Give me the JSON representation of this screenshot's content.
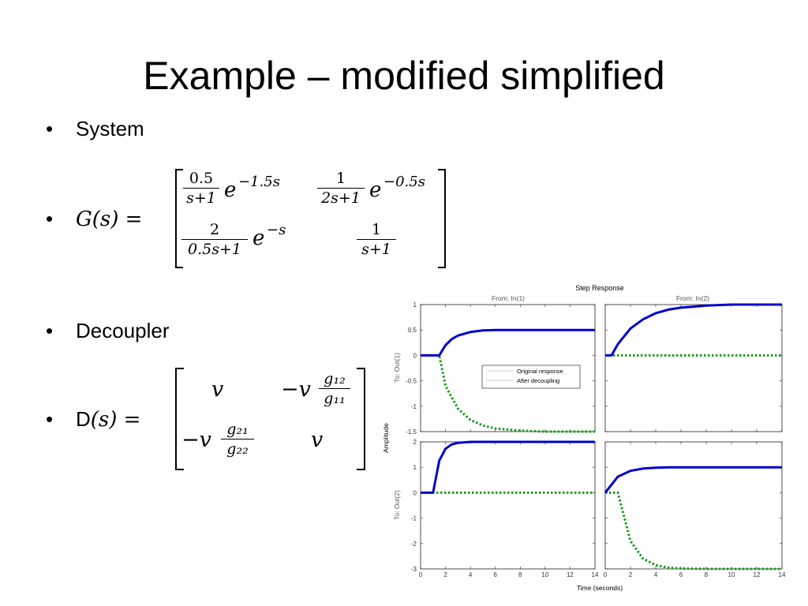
{
  "slide": {
    "title": "Example – modified simplified",
    "bullet_system": "System",
    "bullet_decoupler": "Decoupler",
    "g_lhs": "G(s) =",
    "d_lhs_prefix": "D",
    "d_lhs_rest": "(s) =",
    "g_matrix": {
      "g11_num": "0.5",
      "g11_den": "s+1",
      "g11_exp": "e",
      "g11_sup": "−1.5s",
      "g12_num": "1",
      "g12_den": "2s+1",
      "g12_exp": "e",
      "g12_sup": "−0.5s",
      "g21_num": "2",
      "g21_den": "0.5s+1",
      "g21_exp": "e",
      "g21_sup": "−s",
      "g22_num": "1",
      "g22_den": "s+1"
    },
    "d_matrix": {
      "d11": "v",
      "d12_prefix": "−v",
      "d12_num": "g₁₂",
      "d12_den": "g₁₁",
      "d21_prefix": "−v",
      "d21_num": "g₂₁",
      "d21_den": "g₂₂",
      "d22": "v"
    }
  },
  "chart_data": {
    "type": "line",
    "title": "Step Response",
    "xlabel": "Time (seconds)",
    "ylabel": "Amplitude",
    "column_titles": [
      "From: In(1)",
      "From: In(2)"
    ],
    "row_titles": [
      "To: Out(1)",
      "To: Out(2)"
    ],
    "xlim": [
      0,
      14
    ],
    "xticks": [
      0,
      2,
      4,
      6,
      8,
      10,
      12,
      14
    ],
    "ylims": [
      [
        -1.5,
        1
      ],
      [
        -3,
        2
      ]
    ],
    "yticks": [
      [
        "1",
        "0.5",
        "0",
        "-0.5",
        "-1",
        "-1.5"
      ],
      [
        "2",
        "1",
        "0",
        "-1",
        "-2",
        "-3"
      ]
    ],
    "legend": {
      "placement": "center",
      "entries": [
        "Original response",
        "After decoupling"
      ]
    },
    "colors": {
      "original": "#0000cc",
      "decoupled": "#1a9a1a"
    },
    "panels": [
      {
        "row": 1,
        "col": 1,
        "original": {
          "x": [
            0,
            1.5,
            2,
            2.5,
            3,
            4,
            5,
            6,
            8,
            10,
            14
          ],
          "y": [
            0,
            0,
            0.2,
            0.32,
            0.39,
            0.46,
            0.49,
            0.5,
            0.5,
            0.5,
            0.5
          ]
        },
        "decoupled": {
          "x": [
            0,
            1.5,
            2,
            3,
            4,
            5,
            6,
            8,
            10,
            12,
            14
          ],
          "y": [
            0,
            0,
            -0.6,
            -1.05,
            -1.27,
            -1.38,
            -1.44,
            -1.48,
            -1.5,
            -1.5,
            -1.5
          ]
        }
      },
      {
        "row": 1,
        "col": 2,
        "original": {
          "x": [
            0,
            0.5,
            1,
            2,
            3,
            4,
            5,
            6,
            8,
            10,
            14
          ],
          "y": [
            0,
            0,
            0.22,
            0.53,
            0.71,
            0.83,
            0.9,
            0.94,
            0.98,
            1,
            1
          ]
        },
        "decoupled": {
          "x": [
            0,
            14
          ],
          "y": [
            0,
            0
          ]
        }
      },
      {
        "row": 2,
        "col": 1,
        "original": {
          "x": [
            0,
            1,
            1.5,
            2,
            2.5,
            3,
            4,
            5,
            6,
            8,
            14
          ],
          "y": [
            0,
            0,
            1.26,
            1.73,
            1.9,
            1.96,
            2,
            2,
            2,
            2,
            2
          ]
        },
        "decoupled": {
          "x": [
            0,
            14
          ],
          "y": [
            0,
            0
          ]
        }
      },
      {
        "row": 2,
        "col": 2,
        "original": {
          "x": [
            0,
            1,
            2,
            3,
            4,
            5,
            6,
            8,
            14
          ],
          "y": [
            0,
            0.63,
            0.86,
            0.95,
            0.98,
            1,
            1,
            1,
            1
          ]
        },
        "decoupled": {
          "x": [
            0,
            1,
            2,
            3,
            4,
            5,
            6,
            8,
            10,
            12,
            14
          ],
          "y": [
            0,
            0,
            -1.9,
            -2.6,
            -2.85,
            -2.95,
            -2.98,
            -3,
            -3,
            -3,
            -3
          ]
        }
      }
    ]
  }
}
